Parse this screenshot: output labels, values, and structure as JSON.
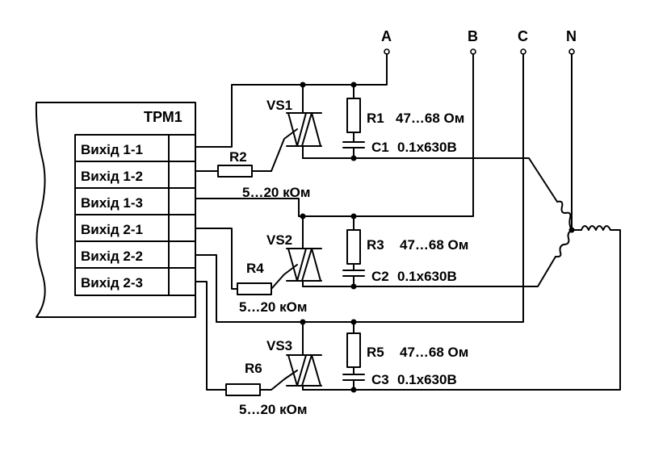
{
  "device": {
    "name": "ТРМ1",
    "outputs": [
      "Вихід  1-1",
      "Вихід  1-2",
      "Вихід  1-3",
      "Вихід  2-1",
      "Вихід  2-2",
      "Вихід  2-3"
    ]
  },
  "phases": [
    "A",
    "B",
    "C",
    "N"
  ],
  "channels": [
    {
      "thyristor": "VS1",
      "gate_resistor": "R2",
      "gate_value": "5…20 кОм",
      "snubber_resistor": "R1",
      "snubber_resistor_value": "47…68 Ом",
      "capacitor": "C1",
      "capacitor_value": "0.1x630В"
    },
    {
      "thyristor": "VS2",
      "gate_resistor": "R4",
      "gate_value": "5…20 кОм",
      "snubber_resistor": "R3",
      "snubber_resistor_value": "47…68 Ом",
      "capacitor": "C2",
      "capacitor_value": "0.1x630В"
    },
    {
      "thyristor": "VS3",
      "gate_resistor": "R6",
      "gate_value": "5…20 кОм",
      "snubber_resistor": "R5",
      "snubber_resistor_value": "47…68 Ом",
      "capacitor": "C3",
      "capacitor_value": "0.1x630В"
    }
  ]
}
